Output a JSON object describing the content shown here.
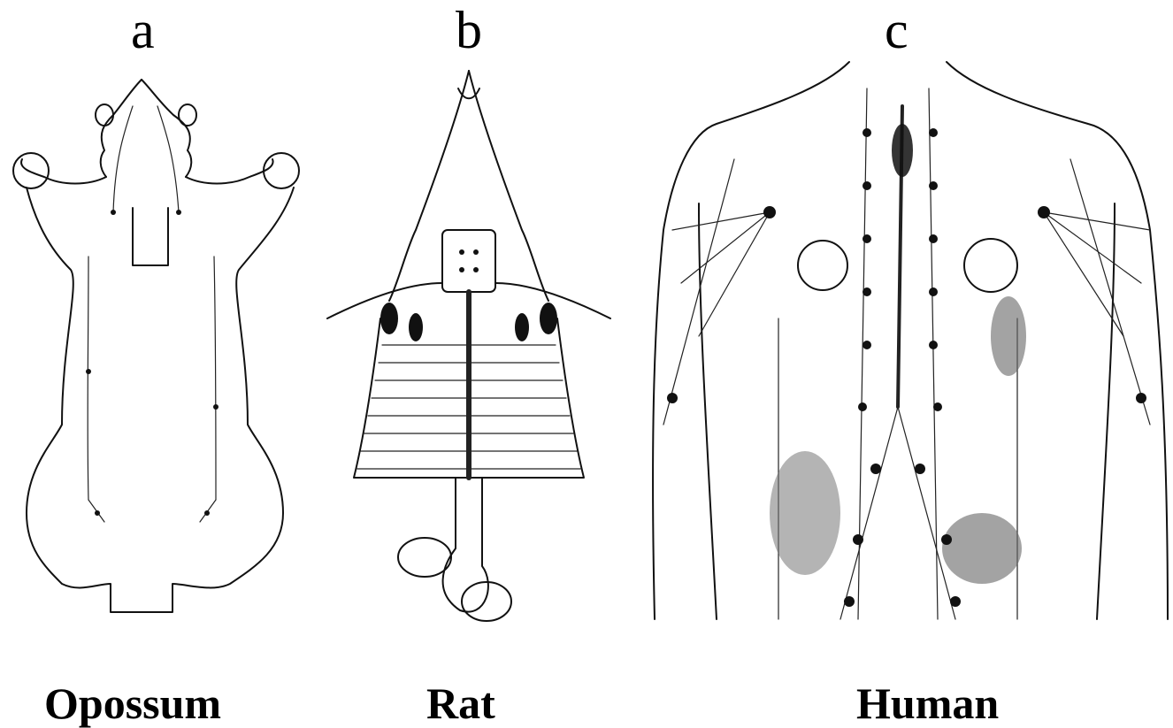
{
  "panels": [
    {
      "letter": "a",
      "caption": "Opossum"
    },
    {
      "letter": "b",
      "caption": "Rat"
    },
    {
      "letter": "c",
      "caption": "Human"
    }
  ]
}
